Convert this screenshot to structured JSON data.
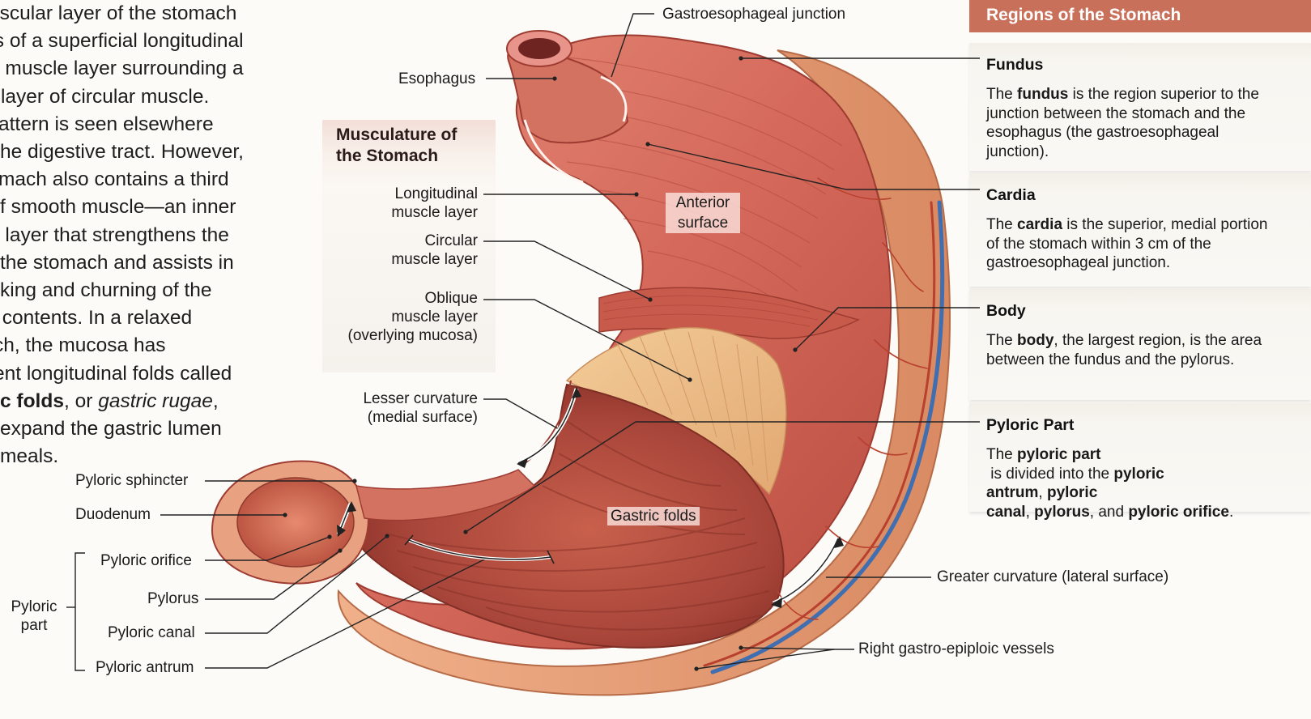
{
  "intro": {
    "lines": [
      "uscular layer of the stomach",
      "ts of a superficial longitudinal",
      "n muscle layer surrounding a",
      "r layer of circular muscle.",
      "attern is seen elsewhere",
      "he digestive tract. However,",
      "mach also contains a third",
      "f smooth muscle—an inner",
      "e layer that strengthens the",
      "the stomach and assists in",
      "king and churning of the",
      " contents. In a relaxed",
      "ch, the mucosa has",
      "ent longitudinal folds called"
    ],
    "line15_bold": "c folds",
    "line15_mid": ", or ",
    "line15_italic": "gastric rugae",
    "line15_end": ",",
    "line16": "expand the gastric lumen",
    "line17": "meals."
  },
  "musculature": {
    "title_line1": "Musculature of",
    "title_line2": "the Stomach",
    "longitudinal": [
      "Longitudinal",
      "muscle layer"
    ],
    "circular": [
      "Circular",
      "muscle layer"
    ],
    "oblique": [
      "Oblique",
      "muscle layer",
      "(overlying mucosa)"
    ]
  },
  "labels": {
    "gastroesophageal_junction": "Gastroesophageal junction",
    "esophagus": "Esophagus",
    "anterior_surface": [
      "Anterior",
      "surface"
    ],
    "lesser_curvature": [
      "Lesser curvature",
      "(medial surface)"
    ],
    "pyloric_sphincter": "Pyloric sphincter",
    "duodenum": "Duodenum",
    "pyloric_orifice": "Pyloric orifice",
    "pylorus": "Pylorus",
    "pyloric_canal": "Pyloric canal",
    "pyloric_antrum": "Pyloric antrum",
    "pyloric_part": [
      "Pyloric",
      "part"
    ],
    "gastric_folds": "Gastric folds",
    "greater_curvature": "Greater curvature (lateral surface)",
    "gastro_epiploic": "Right gastro-epiploic vessels"
  },
  "regions": {
    "title": "Regions of the Stomach",
    "fundus": {
      "name": "Fundus",
      "t1": "The ",
      "b1": "fundus",
      "t2": " is the region superior to the junction between the stomach and the esophagus (the gastroesophageal junction)."
    },
    "cardia": {
      "name": "Cardia",
      "t1": "The ",
      "b1": "cardia",
      "t2": " is the superior, medial portion of the stomach within 3 cm of the gastroesophageal junction."
    },
    "body": {
      "name": "Body",
      "t1": "The ",
      "b1": "body",
      "t2": ", the largest region, is the area between the fundus and the pylorus."
    },
    "pyloric": {
      "name": "Pyloric Part",
      "t1": "The ",
      "b1": "pyloric part",
      "t2": " is divided into the ",
      "b2": "pyloric antrum",
      "t3": ", ",
      "b3": "pyloric canal",
      "t4": ", ",
      "b4": "pylorus",
      "t5": ", and ",
      "b5": "pyloric orifice",
      "t6": "."
    }
  },
  "colors": {
    "muscle": "#d86a5a",
    "muscle_dark": "#a8433a",
    "serosa": "#e8a27a",
    "mucosa": "#b85040",
    "vessel_red": "#b8402e",
    "vessel_blue": "#3f6fb0",
    "panel_header": "#c9705a"
  }
}
